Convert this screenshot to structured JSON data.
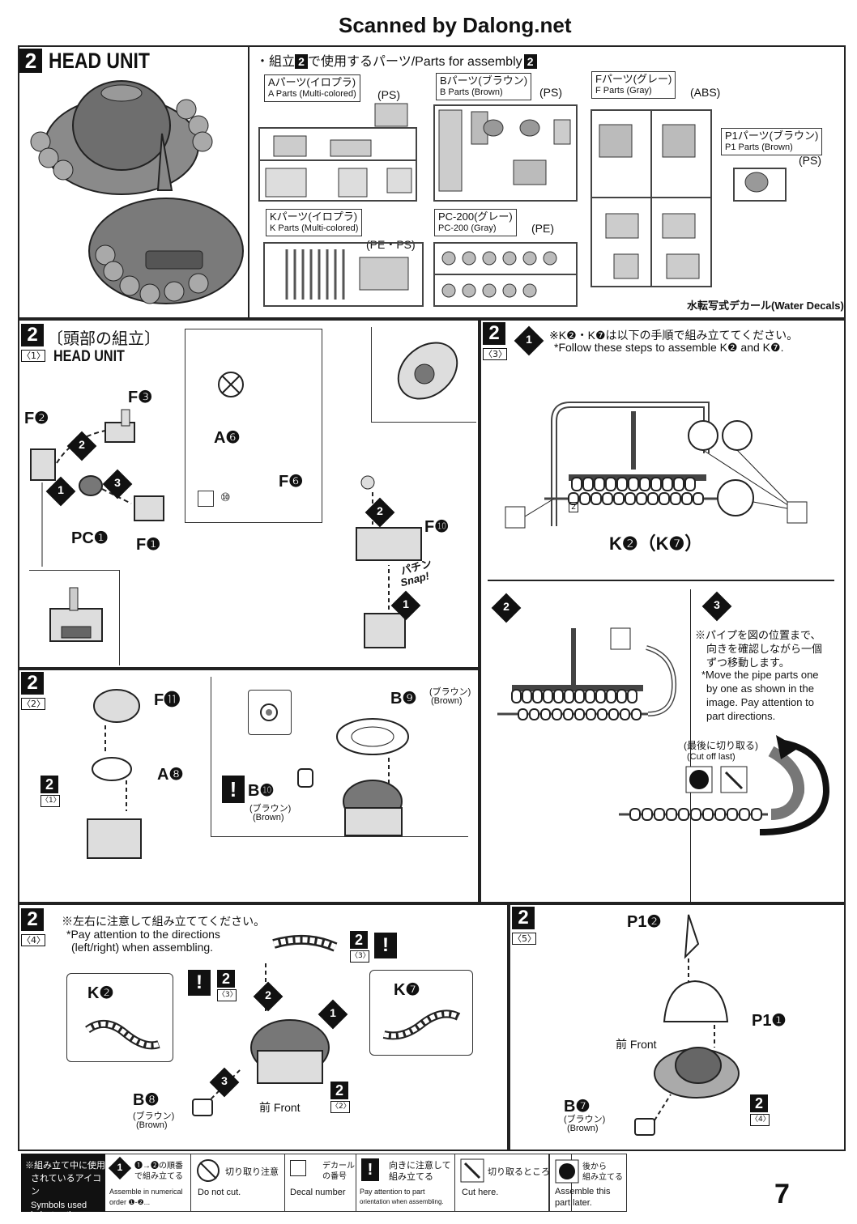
{
  "header": {
    "scan_credit": "Scanned by Dalong.net",
    "page_number": "7"
  },
  "section1": {
    "step_num": "2",
    "title": "HEAD UNIT",
    "parts_title": "・組立",
    "parts_title_num": "2",
    "parts_title_rest": "で使用するパーツ/Parts for assembly",
    "parts_title_num2": "2",
    "runners": [
      {
        "jp": "Aパーツ(イロプラ)",
        "en": "A Parts (Multi-colored)",
        "mat": "(PS)"
      },
      {
        "jp": "Bパーツ(ブラウン)",
        "en": "B Parts (Brown)",
        "mat": "(PS)"
      },
      {
        "jp": "Fパーツ(グレー)",
        "en": "F Parts (Gray)",
        "mat": "(ABS)"
      },
      {
        "jp": "P1パーツ(ブラウン)",
        "en": "P1 Parts (Brown)",
        "mat": "(PS)"
      },
      {
        "jp": "Kパーツ(イロプラ)",
        "en": "K Parts (Multi-colored)",
        "mat": "(PE・PS)"
      },
      {
        "jp": "PC-200(グレー)",
        "en": "PC-200 (Gray)",
        "mat": "(PE)"
      }
    ],
    "decals": "水転写式デカール(Water Decals)"
  },
  "step1": {
    "num": "2",
    "sub": "〈1〉",
    "title_jp": "〔頭部の組立〕",
    "title_en": "HEAD UNIT",
    "labels": {
      "f2": "F❷",
      "f3": "F❸",
      "pc1": "PC❶",
      "f1": "F❶",
      "a6": "A❻",
      "f6": "F❻",
      "f10": "F❿",
      "decal10": "⑩",
      "snap_jp": "パチン",
      "snap_en": "Snap!"
    },
    "arrows": [
      "1",
      "2",
      "3"
    ]
  },
  "step3": {
    "num": "2",
    "sub": "〈3〉",
    "note_jp": "※K❷・K❼は以下の手順で組み立ててください。",
    "note_en": "*Follow these steps to assemble K❷ and K❼.",
    "label_k": "K❷（K❼）",
    "runner_tag": "2",
    "step3_jp_1": "※パイプを図の位置まで、",
    "step3_jp_2": "向きを確認しながら一個",
    "step3_jp_3": "ずつ移動します。",
    "step3_en_1": "*Move the pipe parts one",
    "step3_en_2": "by one as shown in the",
    "step3_en_3": "image. Pay attention to",
    "step3_en_4": "part directions.",
    "cut_last_jp": "(最後に切り取る)",
    "cut_last_en": "(Cut off last)"
  },
  "step2": {
    "num": "2",
    "sub": "〈2〉",
    "labels": {
      "f11": "F⓫",
      "a8": "A❽",
      "b9": "B❾",
      "b9_jp": "(ブラウン)",
      "b9_en": "(Brown)",
      "b10": "B❿",
      "b10_jp": "(ブラウン)",
      "b10_en": "(Brown)"
    },
    "ref_num": "2",
    "ref_sub": "〈1〉"
  },
  "step4": {
    "num": "2",
    "sub": "〈4〉",
    "note_jp": "※左右に注意して組み立ててください。",
    "note_en_1": "*Pay attention to the directions",
    "note_en_2": "(left/right) when assembling.",
    "labels": {
      "k2": "K❷",
      "k7": "K❼",
      "b8": "B❽",
      "b8_jp": "(ブラウン)",
      "b8_en": "(Brown)",
      "front": "前 Front"
    },
    "ref3_num": "2",
    "ref3_sub": "〈3〉",
    "ref2_num": "2",
    "ref2_sub": "〈2〉"
  },
  "step5": {
    "num": "2",
    "sub": "〈5〉",
    "labels": {
      "p12": "P1❷",
      "p11": "P1❶",
      "front": "前 Front",
      "b7": "B❼",
      "b7_jp": "(ブラウン)",
      "b7_en": "(Brown)"
    },
    "ref_num": "2",
    "ref_sub": "〈4〉"
  },
  "legend": {
    "title_jp_1": "※組み立て中に使用",
    "title_jp_2": "されているアイコン",
    "title_en_1": "Symbols used",
    "title_en_2": "in instructions",
    "items": [
      {
        "jp_1": "❶→❷の順番",
        "jp_2": "で組み立てる",
        "en_1": "Assemble in numerical",
        "en_2": "order ❶-❷..."
      },
      {
        "jp_1": "切り取り注意",
        "jp_2": "",
        "en_1": "Do not cut.",
        "en_2": ""
      },
      {
        "jp_1": "デカール",
        "jp_2": "の番号",
        "en_1": "Decal number",
        "en_2": ""
      },
      {
        "jp_1": "向きに注意して",
        "jp_2": "組み立てる",
        "en_1": "Pay attention to part",
        "en_2": "orientation when assembling."
      },
      {
        "jp_1": "切り取るところ",
        "jp_2": "",
        "en_1": "Cut here.",
        "en_2": ""
      },
      {
        "jp_1": "後から",
        "jp_2": "組み立てる",
        "en_1": "Assemble this",
        "en_2": "part later."
      }
    ]
  }
}
